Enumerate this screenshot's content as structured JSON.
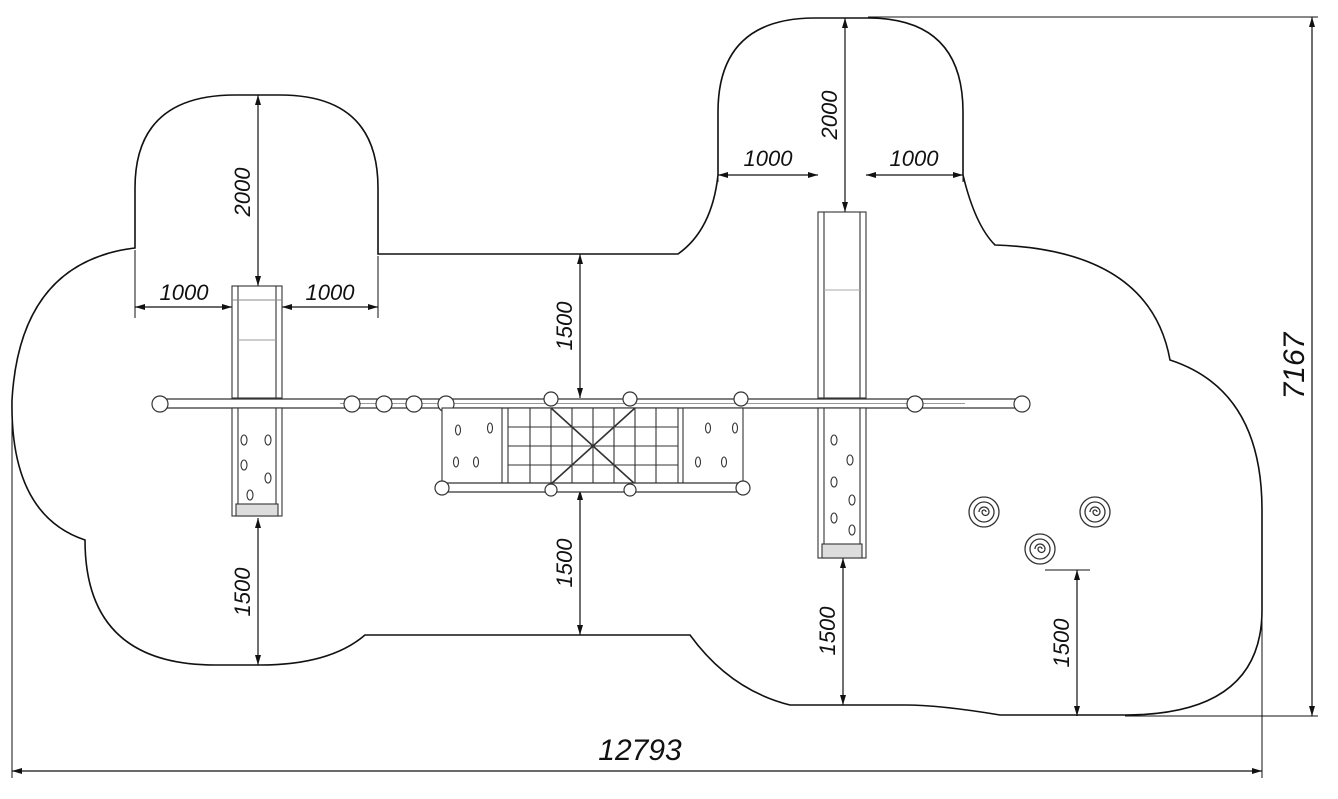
{
  "drawing": {
    "overall_width": "12793",
    "overall_height": "7167",
    "left_tower": {
      "clear_top": "2000",
      "clear_left": "1000",
      "clear_right": "1000",
      "clear_bottom": "1500"
    },
    "center_bridge": {
      "clear_top": "1500",
      "clear_bottom": "1500"
    },
    "right_tower": {
      "clear_top": "2000",
      "clear_left": "1000",
      "clear_right": "1000",
      "clear_bottom": "1500"
    },
    "stepping_stones": {
      "clear_bottom": "1500"
    }
  }
}
